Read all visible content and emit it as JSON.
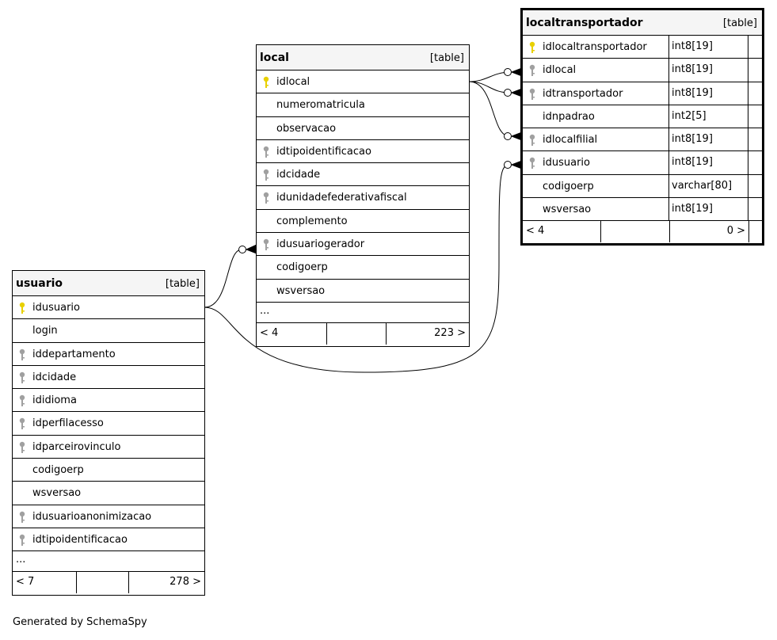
{
  "tables": {
    "local": {
      "name": "local",
      "type": "[table]",
      "columns": [
        {
          "name": "idlocal",
          "key": "primary"
        },
        {
          "name": "numeromatricula",
          "key": "none"
        },
        {
          "name": "observacao",
          "key": "none"
        },
        {
          "name": "idtipoidentificacao",
          "key": "foreign"
        },
        {
          "name": "idcidade",
          "key": "foreign"
        },
        {
          "name": "idunidadefederativafiscal",
          "key": "foreign"
        },
        {
          "name": "complemento",
          "key": "none"
        },
        {
          "name": "idusuariogerador",
          "key": "foreign"
        },
        {
          "name": "codigoerp",
          "key": "none"
        },
        {
          "name": "wsversao",
          "key": "none"
        }
      ],
      "ellipsis": "...",
      "footer": {
        "left": "< 4",
        "right": "223 >"
      }
    },
    "usuario": {
      "name": "usuario",
      "type": "[table]",
      "columns": [
        {
          "name": "idusuario",
          "key": "primary"
        },
        {
          "name": "login",
          "key": "none"
        },
        {
          "name": "iddepartamento",
          "key": "foreign"
        },
        {
          "name": "idcidade",
          "key": "foreign"
        },
        {
          "name": "ididioma",
          "key": "foreign"
        },
        {
          "name": "idperfilacesso",
          "key": "foreign"
        },
        {
          "name": "idparceirovinculo",
          "key": "foreign"
        },
        {
          "name": "codigoerp",
          "key": "none"
        },
        {
          "name": "wsversao",
          "key": "none"
        },
        {
          "name": "idusuarioanonimizacao",
          "key": "foreign"
        },
        {
          "name": "idtipoidentificacao",
          "key": "foreign"
        }
      ],
      "ellipsis": "...",
      "footer": {
        "left": "< 7",
        "right": "278 >"
      }
    },
    "localtransportador": {
      "name": "localtransportador",
      "type": "[table]",
      "columns": [
        {
          "name": "idlocaltransportador",
          "type": "int8[19]",
          "key": "primary"
        },
        {
          "name": "idlocal",
          "type": "int8[19]",
          "key": "foreign"
        },
        {
          "name": "idtransportador",
          "type": "int8[19]",
          "key": "foreign"
        },
        {
          "name": "idnpadrao",
          "type": "int2[5]",
          "key": "none"
        },
        {
          "name": "idlocalfilial",
          "type": "int8[19]",
          "key": "foreign"
        },
        {
          "name": "idusuario",
          "type": "int8[19]",
          "key": "foreign"
        },
        {
          "name": "codigoerp",
          "type": "varchar[80]",
          "key": "none"
        },
        {
          "name": "wsversao",
          "type": "int8[19]",
          "key": "none"
        }
      ],
      "footer": {
        "left": "< 4",
        "right": "0 >"
      }
    }
  },
  "colors": {
    "primary_key": "#e8d000",
    "foreign_key": "#a0a0a0",
    "header_bg": "#f5f5f5"
  },
  "footer_text": "Generated by SchemaSpy"
}
